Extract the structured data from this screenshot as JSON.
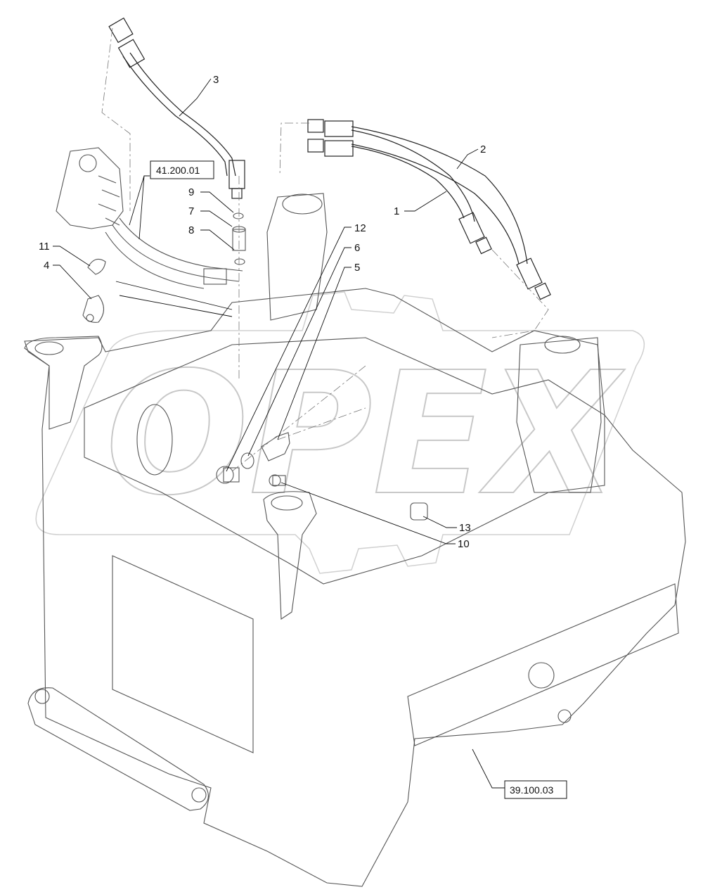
{
  "watermark": "OPEX",
  "callouts": [
    {
      "id": "c1",
      "text": "1"
    },
    {
      "id": "c2",
      "text": "2"
    },
    {
      "id": "c3",
      "text": "3"
    },
    {
      "id": "c4",
      "text": "4"
    },
    {
      "id": "c5",
      "text": "5"
    },
    {
      "id": "c6",
      "text": "6"
    },
    {
      "id": "c7",
      "text": "7"
    },
    {
      "id": "c8",
      "text": "8"
    },
    {
      "id": "c9",
      "text": "9"
    },
    {
      "id": "c10",
      "text": "10"
    },
    {
      "id": "c11",
      "text": "11"
    },
    {
      "id": "c12",
      "text": "12"
    },
    {
      "id": "c13",
      "text": "13"
    }
  ],
  "references": {
    "steering": "41.200.01",
    "frame": "39.100.03"
  }
}
